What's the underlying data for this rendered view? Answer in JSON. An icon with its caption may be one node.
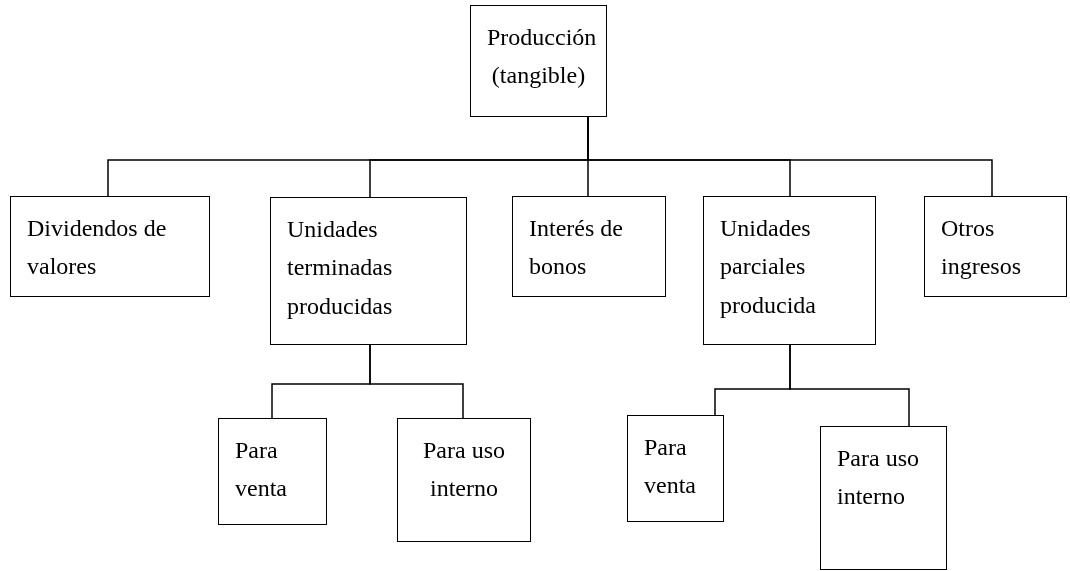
{
  "diagram": {
    "nodes": [
      {
        "text": [
          "Producción (tangible)"
        ]
      },
      {
        "text": [
          "Dividendos de valores"
        ]
      },
      {
        "text": [
          "Unidades terminadas producidas"
        ]
      },
      {
        "text": [
          "Interés de bonos"
        ]
      },
      {
        "text": [
          "Unidades parciales producida"
        ]
      },
      {
        "text": [
          "Otros ingresos"
        ]
      },
      {
        "text": [
          "Para venta"
        ]
      },
      {
        "text": [
          "Para uso interno"
        ]
      },
      {
        "text": [
          "Para venta"
        ]
      },
      {
        "text": [
          "Para uso interno"
        ]
      }
    ],
    "edges": [
      {
        "from": 0,
        "to": 1,
        "arrow": "none"
      },
      {
        "from": 0,
        "to": 2,
        "arrow": "none"
      },
      {
        "from": 0,
        "to": 3,
        "arrow": "none"
      },
      {
        "from": 0,
        "to": 4,
        "arrow": "none"
      },
      {
        "from": 0,
        "to": 5,
        "arrow": "none"
      },
      {
        "from": 2,
        "to": 6,
        "arrow": "none"
      },
      {
        "from": 2,
        "to": 7,
        "arrow": "none"
      },
      {
        "from": 4,
        "to": 8,
        "arrow": "none"
      },
      {
        "from": 4,
        "to": 9,
        "arrow": "none"
      }
    ]
  }
}
